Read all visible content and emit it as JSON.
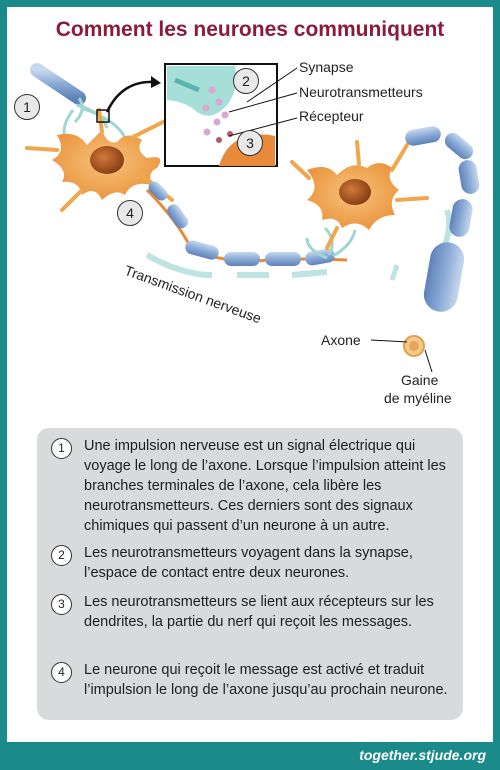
{
  "title": "Comment les neurones communiquent",
  "diagram": {
    "labels": {
      "synapse": "Synapse",
      "neurotransmitters": "Neurotransmetteurs",
      "receptor": "Récepteur",
      "transmission": "Transmission nerveuse",
      "axon": "Axone",
      "myelin_line1": "Gaine",
      "myelin_line2": "de myéline"
    },
    "markers": [
      "1",
      "2",
      "3",
      "4"
    ]
  },
  "steps": [
    {
      "number": "1",
      "text": "Une impulsion nerveuse est un signal électrique qui voyage le long de l’axone. Lorsque l’impulsion atteint les branches terminales de l’axone, cela libère les neurotransmetteurs. Ces derniers sont des signaux chimiques qui passent d’un neurone à un autre."
    },
    {
      "number": "2",
      "text": "Les neurotransmetteurs voyagent dans la synapse, l’espace de contact entre deux neurones."
    },
    {
      "number": "3",
      "text": "Les neurotransmetteurs se lient aux récepteurs sur les dendrites, la partie du nerf qui reçoit les messages."
    },
    {
      "number": "4",
      "text": "Le neurone qui reçoit le message est activé et traduit l’impulsion le long de l’axone jusqu’au prochain neurone."
    }
  ],
  "footer": "together.stjude.org",
  "colors": {
    "frame": "#1a8a8a",
    "title": "#8b1a3c",
    "neuron": "#f0a64a",
    "axon": "#8fb0d8",
    "node": "#e88a3a",
    "dendrite": "#9fd6d0"
  }
}
